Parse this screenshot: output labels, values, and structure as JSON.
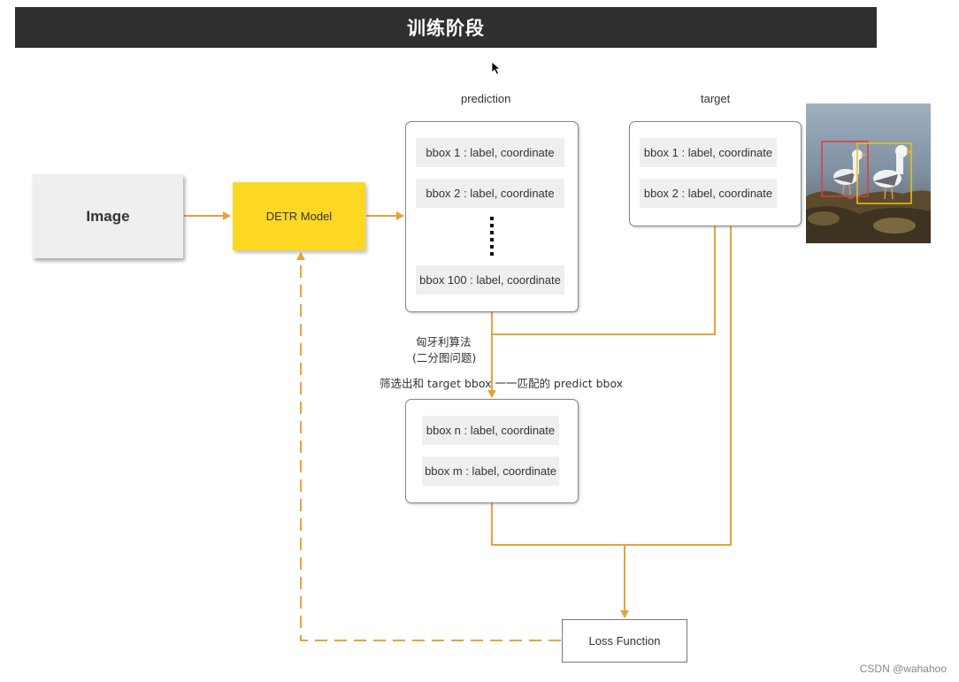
{
  "title": "训练阶段",
  "nodes": {
    "image": "Image",
    "model": "DETR  Model",
    "loss": "Loss  Function"
  },
  "prediction": {
    "label": "prediction",
    "rows": [
      "bbox 1 : label, coordinate",
      "bbox 2 : label, coordinate",
      "bbox 100 : label, coordinate"
    ]
  },
  "target": {
    "label": "target",
    "rows": [
      "bbox 1 : label, coordinate",
      "bbox 2 : label, coordinate"
    ]
  },
  "matched": {
    "rows": [
      "bbox n : label, coordinate",
      "bbox m : label, coordinate"
    ]
  },
  "annotations": {
    "algorithm": "匈牙利算法",
    "problem": "(二分图问题)",
    "filter": "筛选出和 target bbox 一一匹配的 predict bbox"
  },
  "watermark": "CSDN @wahahoo",
  "colors": {
    "header": "#2f2f2f",
    "model": "#fdd823",
    "arrow": "#e8a23c",
    "row": "#efefef"
  },
  "icons": {
    "cursor": "mouse-pointer-icon"
  }
}
